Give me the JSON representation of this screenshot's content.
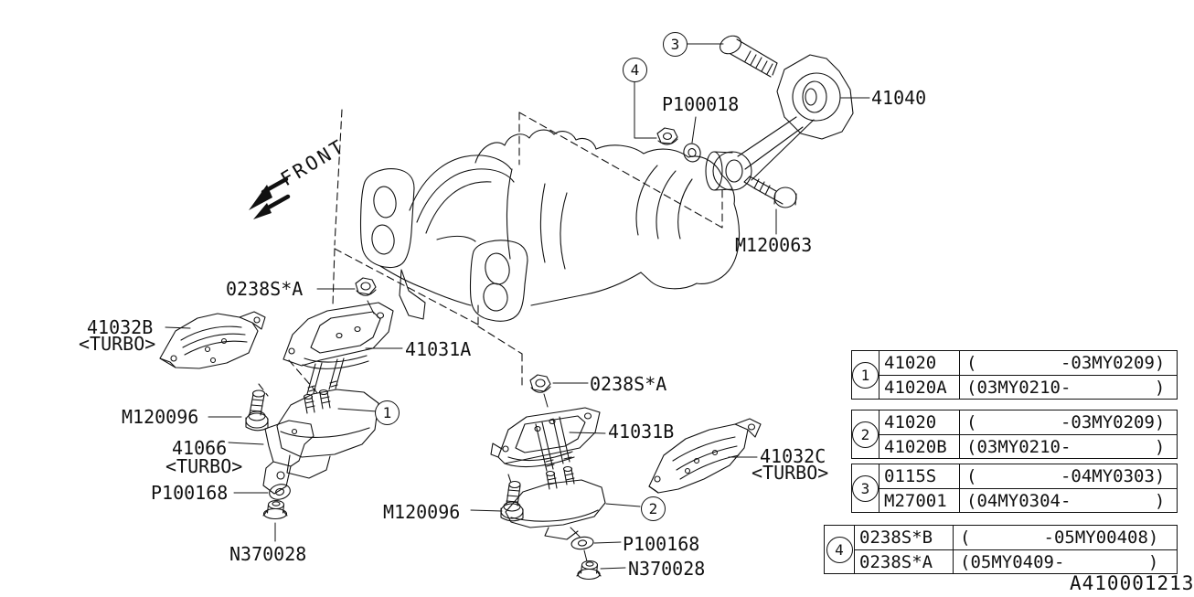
{
  "front_label": "FRONT",
  "diagram_code": "A410001213",
  "callouts": {
    "c1": "1",
    "c2": "2",
    "c3": "3",
    "c4": "4"
  },
  "labels": {
    "rod": "41040",
    "washer_rod": "P100018",
    "bolt_rod": "M120063",
    "nut_a_1": "0238S*A",
    "bracket_b": "41032B",
    "bracket_b_note": "<TURBO>",
    "bracket_front": "41031A",
    "bolt_mount_1": "M120096",
    "bracket_66": "41066",
    "bracket_66_note": "<TURBO>",
    "washer_1": "P100168",
    "nut_flange_1": "N370028",
    "nut_a_2": "0238S*A",
    "bracket_rear": "41031B",
    "bracket_c": "41032C",
    "bracket_c_note": "<TURBO>",
    "bolt_mount_2": "M120096",
    "washer_2": "P100168",
    "nut_flange_2": "N370028"
  },
  "table": {
    "groups": [
      {
        "num": "1",
        "rows": [
          {
            "part": "41020",
            "range": "(        -03MY0209)"
          },
          {
            "part": "41020A",
            "range": "(03MY0210-        )"
          }
        ]
      },
      {
        "num": "2",
        "rows": [
          {
            "part": "41020",
            "range": "(        -03MY0209)"
          },
          {
            "part": "41020B",
            "range": "(03MY0210-        )"
          }
        ]
      },
      {
        "num": "3",
        "rows": [
          {
            "part": "0115S",
            "range": "(        -04MY0303)"
          },
          {
            "part": "M27001",
            "range": "(04MY0304-        )"
          }
        ]
      },
      {
        "num": "4",
        "rows": [
          {
            "part": "0238S*B",
            "range": "(       -05MY00408)"
          },
          {
            "part": "0238S*A",
            "range": "(05MY0409-        )"
          }
        ]
      }
    ]
  },
  "colors": {
    "line": "#111111",
    "background": "#ffffff"
  }
}
